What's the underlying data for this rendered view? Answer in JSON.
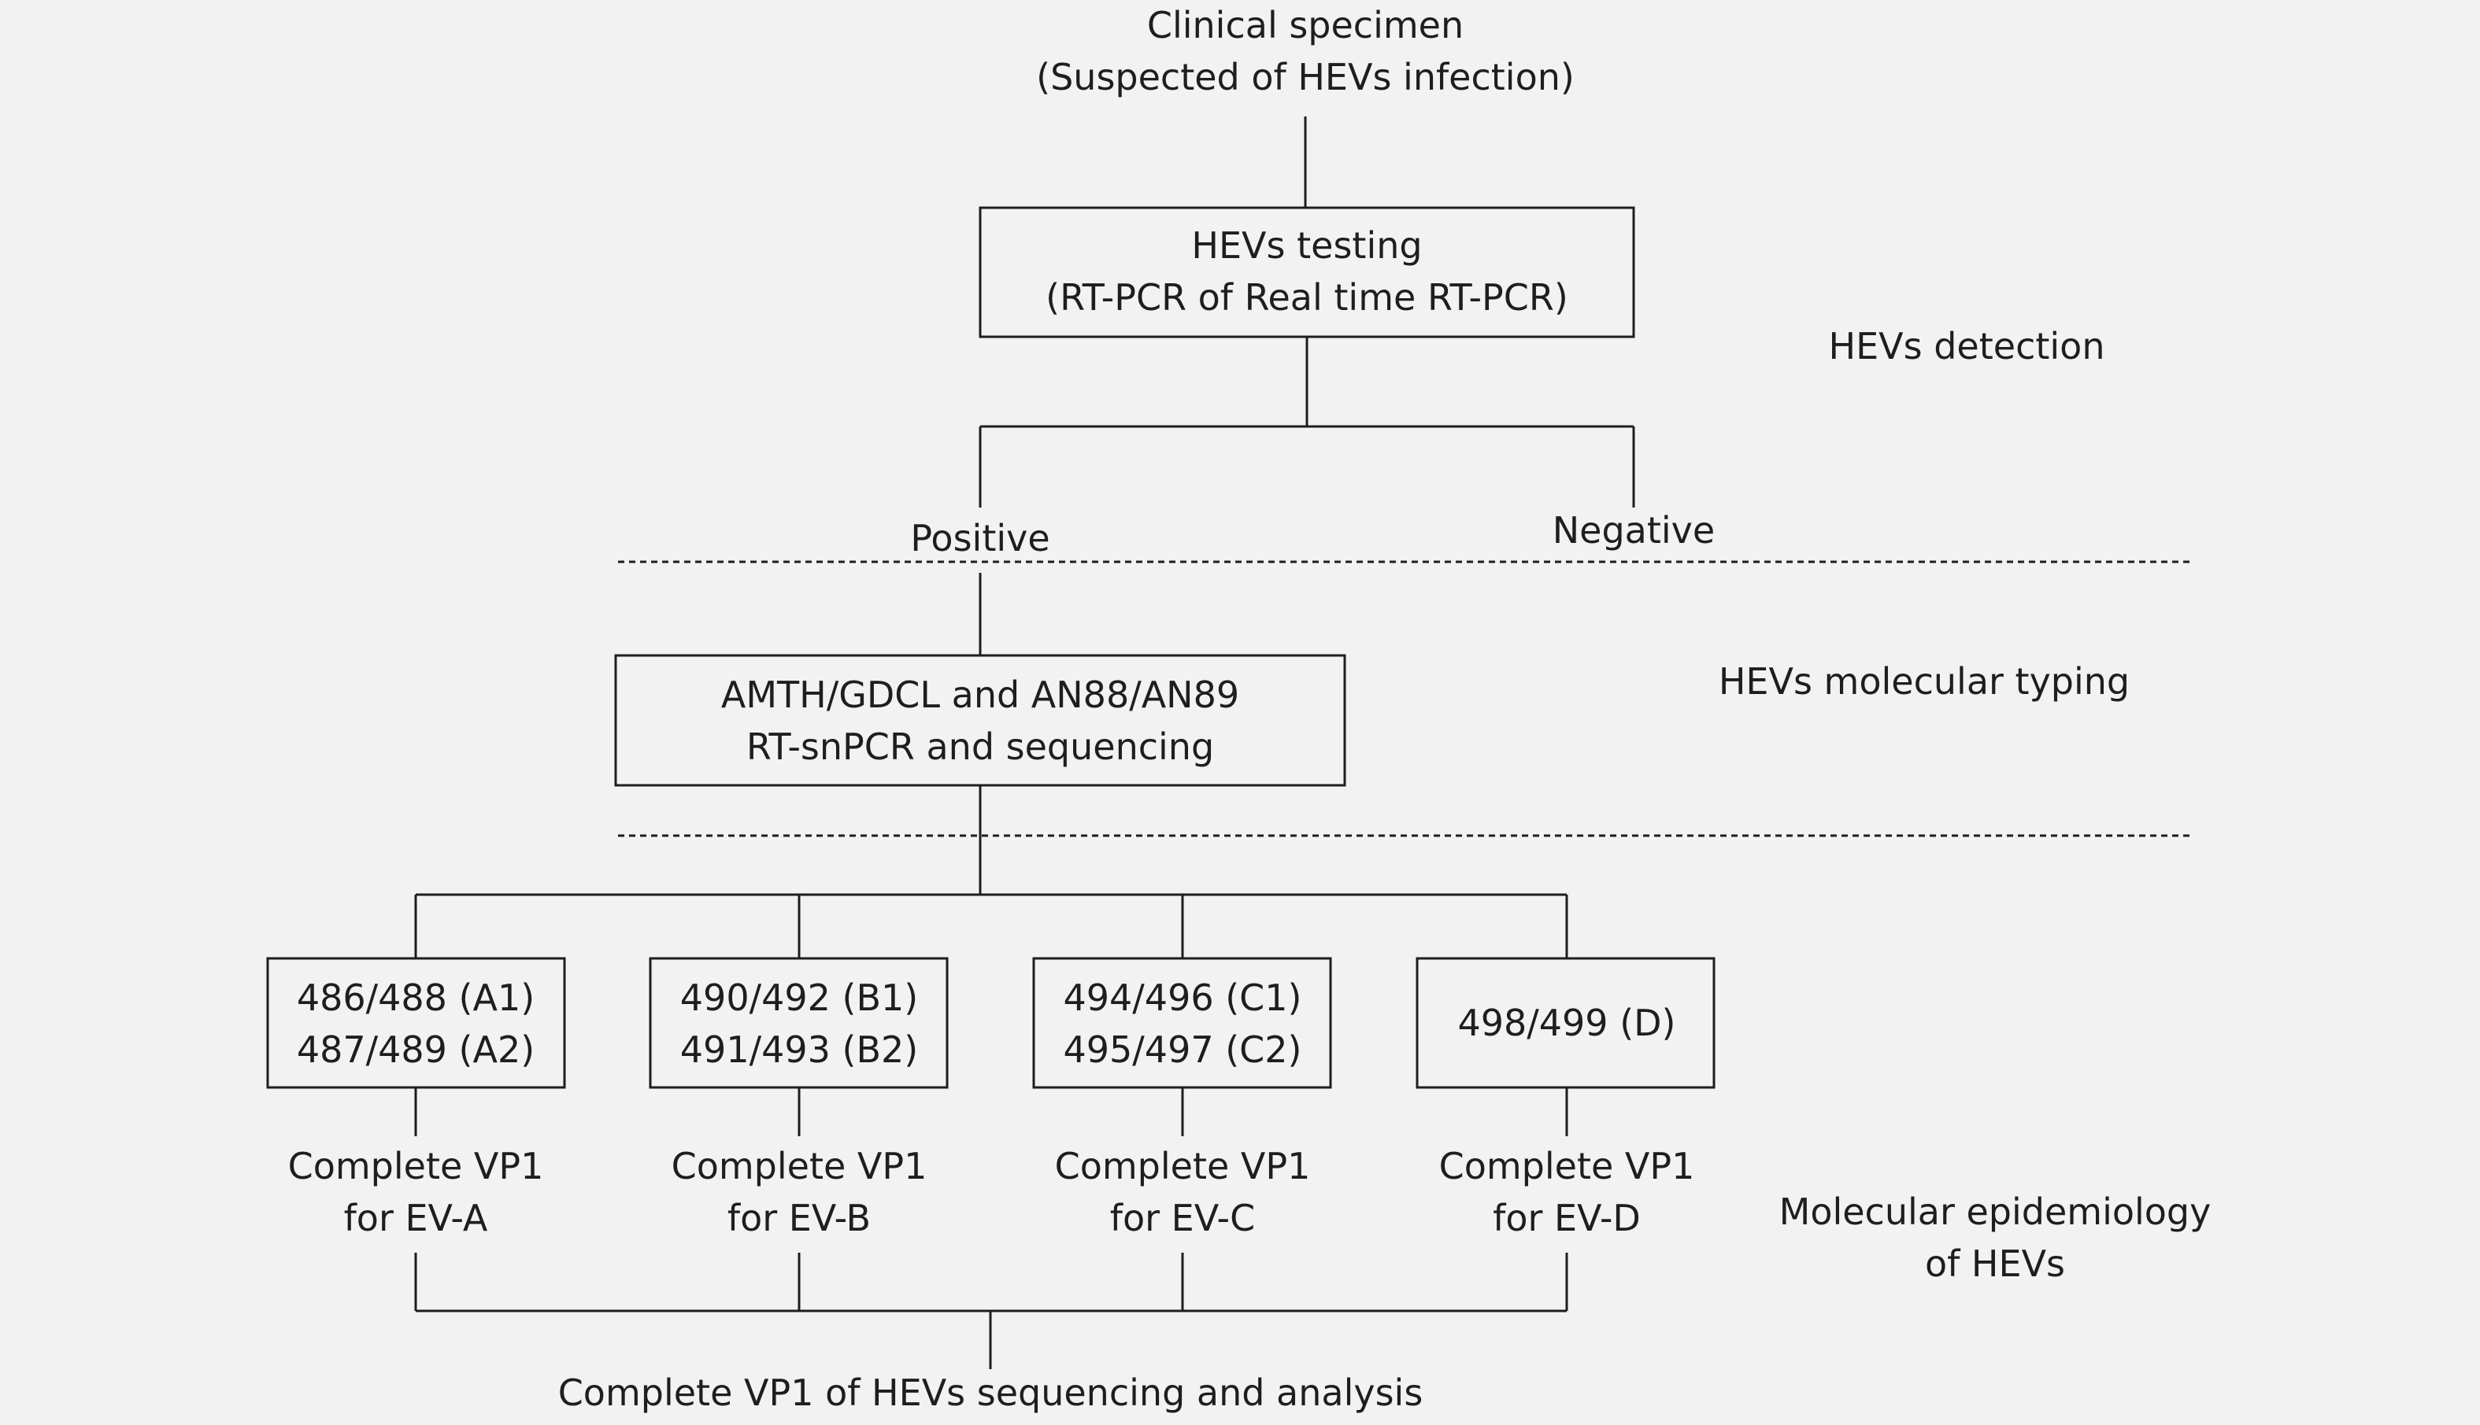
{
  "start": {
    "line1": "Clinical specimen",
    "line2": "(Suspected of HEVs infection)"
  },
  "testing": {
    "line1": "HEVs testing",
    "line2": "(RT-PCR of Real time RT-PCR)"
  },
  "outcomes": {
    "positive": "Positive",
    "negative": "Negative"
  },
  "typing": {
    "line1": "AMTH/GDCL and AN88/AN89",
    "line2": "RT-snPCR and sequencing"
  },
  "primers": [
    {
      "line1": "486/488 (A1)",
      "line2": "487/489 (A2)"
    },
    {
      "line1": "490/492 (B1)",
      "line2": "491/493 (B2)"
    },
    {
      "line1": "494/496 (C1)",
      "line2": "495/497 (C2)"
    },
    {
      "line1": "498/499 (D)"
    }
  ],
  "vp1": [
    {
      "line1": "Complete VP1",
      "line2": "for EV-A"
    },
    {
      "line1": "Complete VP1",
      "line2": "for EV-B"
    },
    {
      "line1": "Complete VP1",
      "line2": "for EV-C"
    },
    {
      "line1": "Complete VP1",
      "line2": "for EV-D"
    }
  ],
  "final": "Complete VP1 of HEVs sequencing and analysis",
  "stages": {
    "detection": "HEVs detection",
    "typing": "HEVs molecular typing",
    "epidemiology_line1": "Molecular epidemiology",
    "epidemiology_line2": "of HEVs"
  },
  "colors": {
    "background": "#f2f2f2",
    "ink": "#1e1e1e"
  }
}
